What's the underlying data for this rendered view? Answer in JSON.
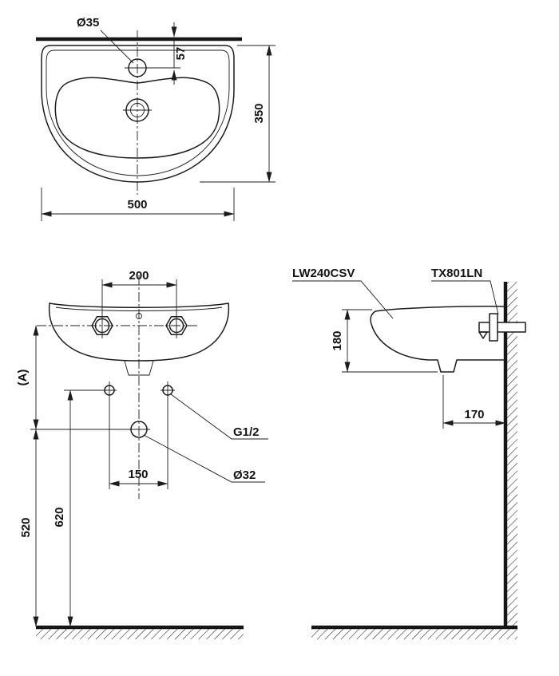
{
  "top_view": {
    "faucet_hole_dia": "Ø35",
    "hole_to_wall": "57",
    "depth": "350",
    "width": "500"
  },
  "front_view": {
    "faucet_spacing": "200",
    "dim_a": "(A)",
    "bolt_spacing": "150",
    "drain_height": "520",
    "bolt_height": "620",
    "supply_thread": "G1/2",
    "drain_dia": "Ø32"
  },
  "side_view": {
    "basin_model": "LW240CSV",
    "faucet_model": "TX801LN",
    "height": "180",
    "drain_to_wall": "170"
  }
}
